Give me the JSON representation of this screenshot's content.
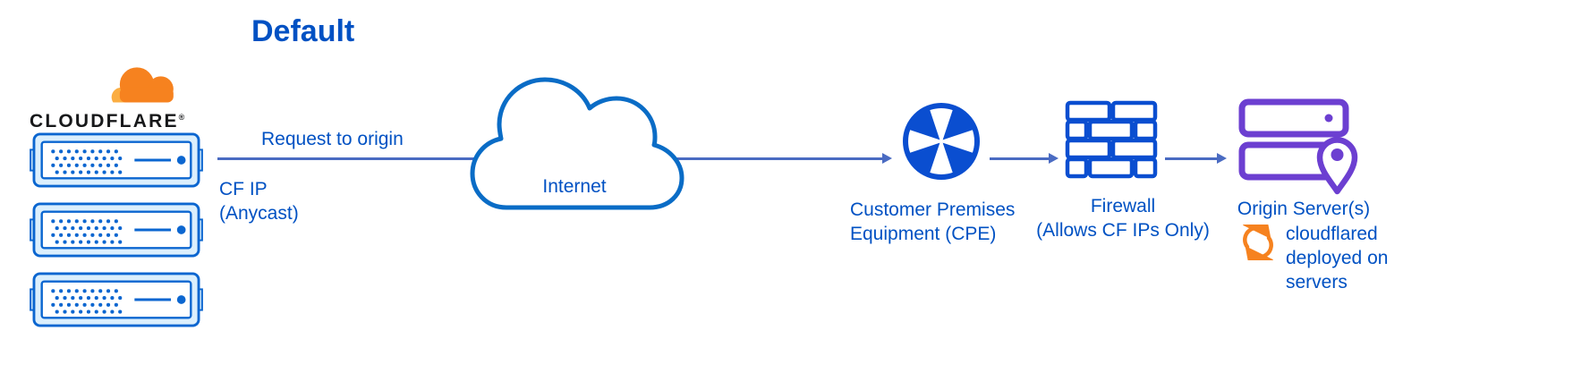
{
  "title": "Default",
  "colors": {
    "text_blue": "#0051c3",
    "arrow_blue": "#4a6bc2",
    "icon_blue": "#0a4ed0",
    "server_blue": "#0b66d0",
    "cloud_stroke": "#0a6cc6",
    "cloudflare_orange": "#f6821f",
    "cloudflare_orange_light": "#fbad41",
    "origin_purple": "#6c3fd1",
    "wordmark_black": "#17181a"
  },
  "logo": {
    "brand": "CLOUDFLARE",
    "registered_mark": "®",
    "edge_server_count": 3
  },
  "labels": {
    "request": "Request to origin",
    "cf_ip": "CF IP\n(Anycast)",
    "internet": "Internet",
    "cpe": "Customer Premises\nEquipment (CPE)",
    "firewall": "Firewall\n(Allows CF IPs Only)",
    "origin": "Origin Server(s)",
    "cloudflared": "cloudflared\ndeployed on\nservers"
  },
  "icons": {
    "logo_cloud": "cloudflare-cloud-icon",
    "edge_server": "edge-server-icon",
    "internet": "internet-cloud-icon",
    "cpe": "inward-arrows-circle-icon",
    "firewall": "brick-wall-icon",
    "origin": "server-stack-with-location-pin-icon",
    "cloudflared": "sync-arrows-icon"
  }
}
